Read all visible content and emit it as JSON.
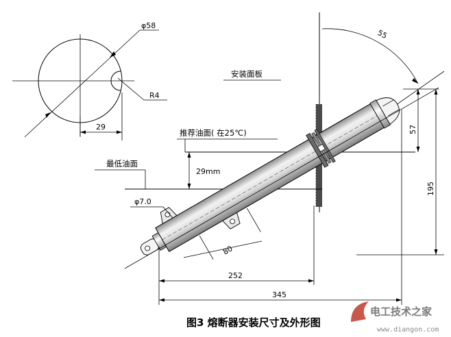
{
  "labels": {
    "diameter_58": "φ58",
    "radius_r4": "R4",
    "dim_29": "29",
    "angle_55": "55",
    "mounting_panel": "安装面板",
    "recommended_oil": "推荐油面( 在25℃)",
    "min_oil": "最低油面",
    "dim_29mm": "29mm",
    "diameter_7": "φ7.0",
    "dim_80": "80",
    "dim_57": "57",
    "dim_195": "195",
    "dim_252": "252",
    "dim_345": "345"
  },
  "caption": "图3  熔断器安装尺寸及外形图",
  "watermark": {
    "brand": "电工技术之家",
    "url": "www.diangon.com"
  },
  "colors": {
    "line": "#000000",
    "tube_light": "#e4e4e4",
    "tube_dark": "#9a9a9a",
    "flange": "#5a5a5a",
    "watermark": "#8a8a8a",
    "watermark_logo": "#c0392b"
  }
}
